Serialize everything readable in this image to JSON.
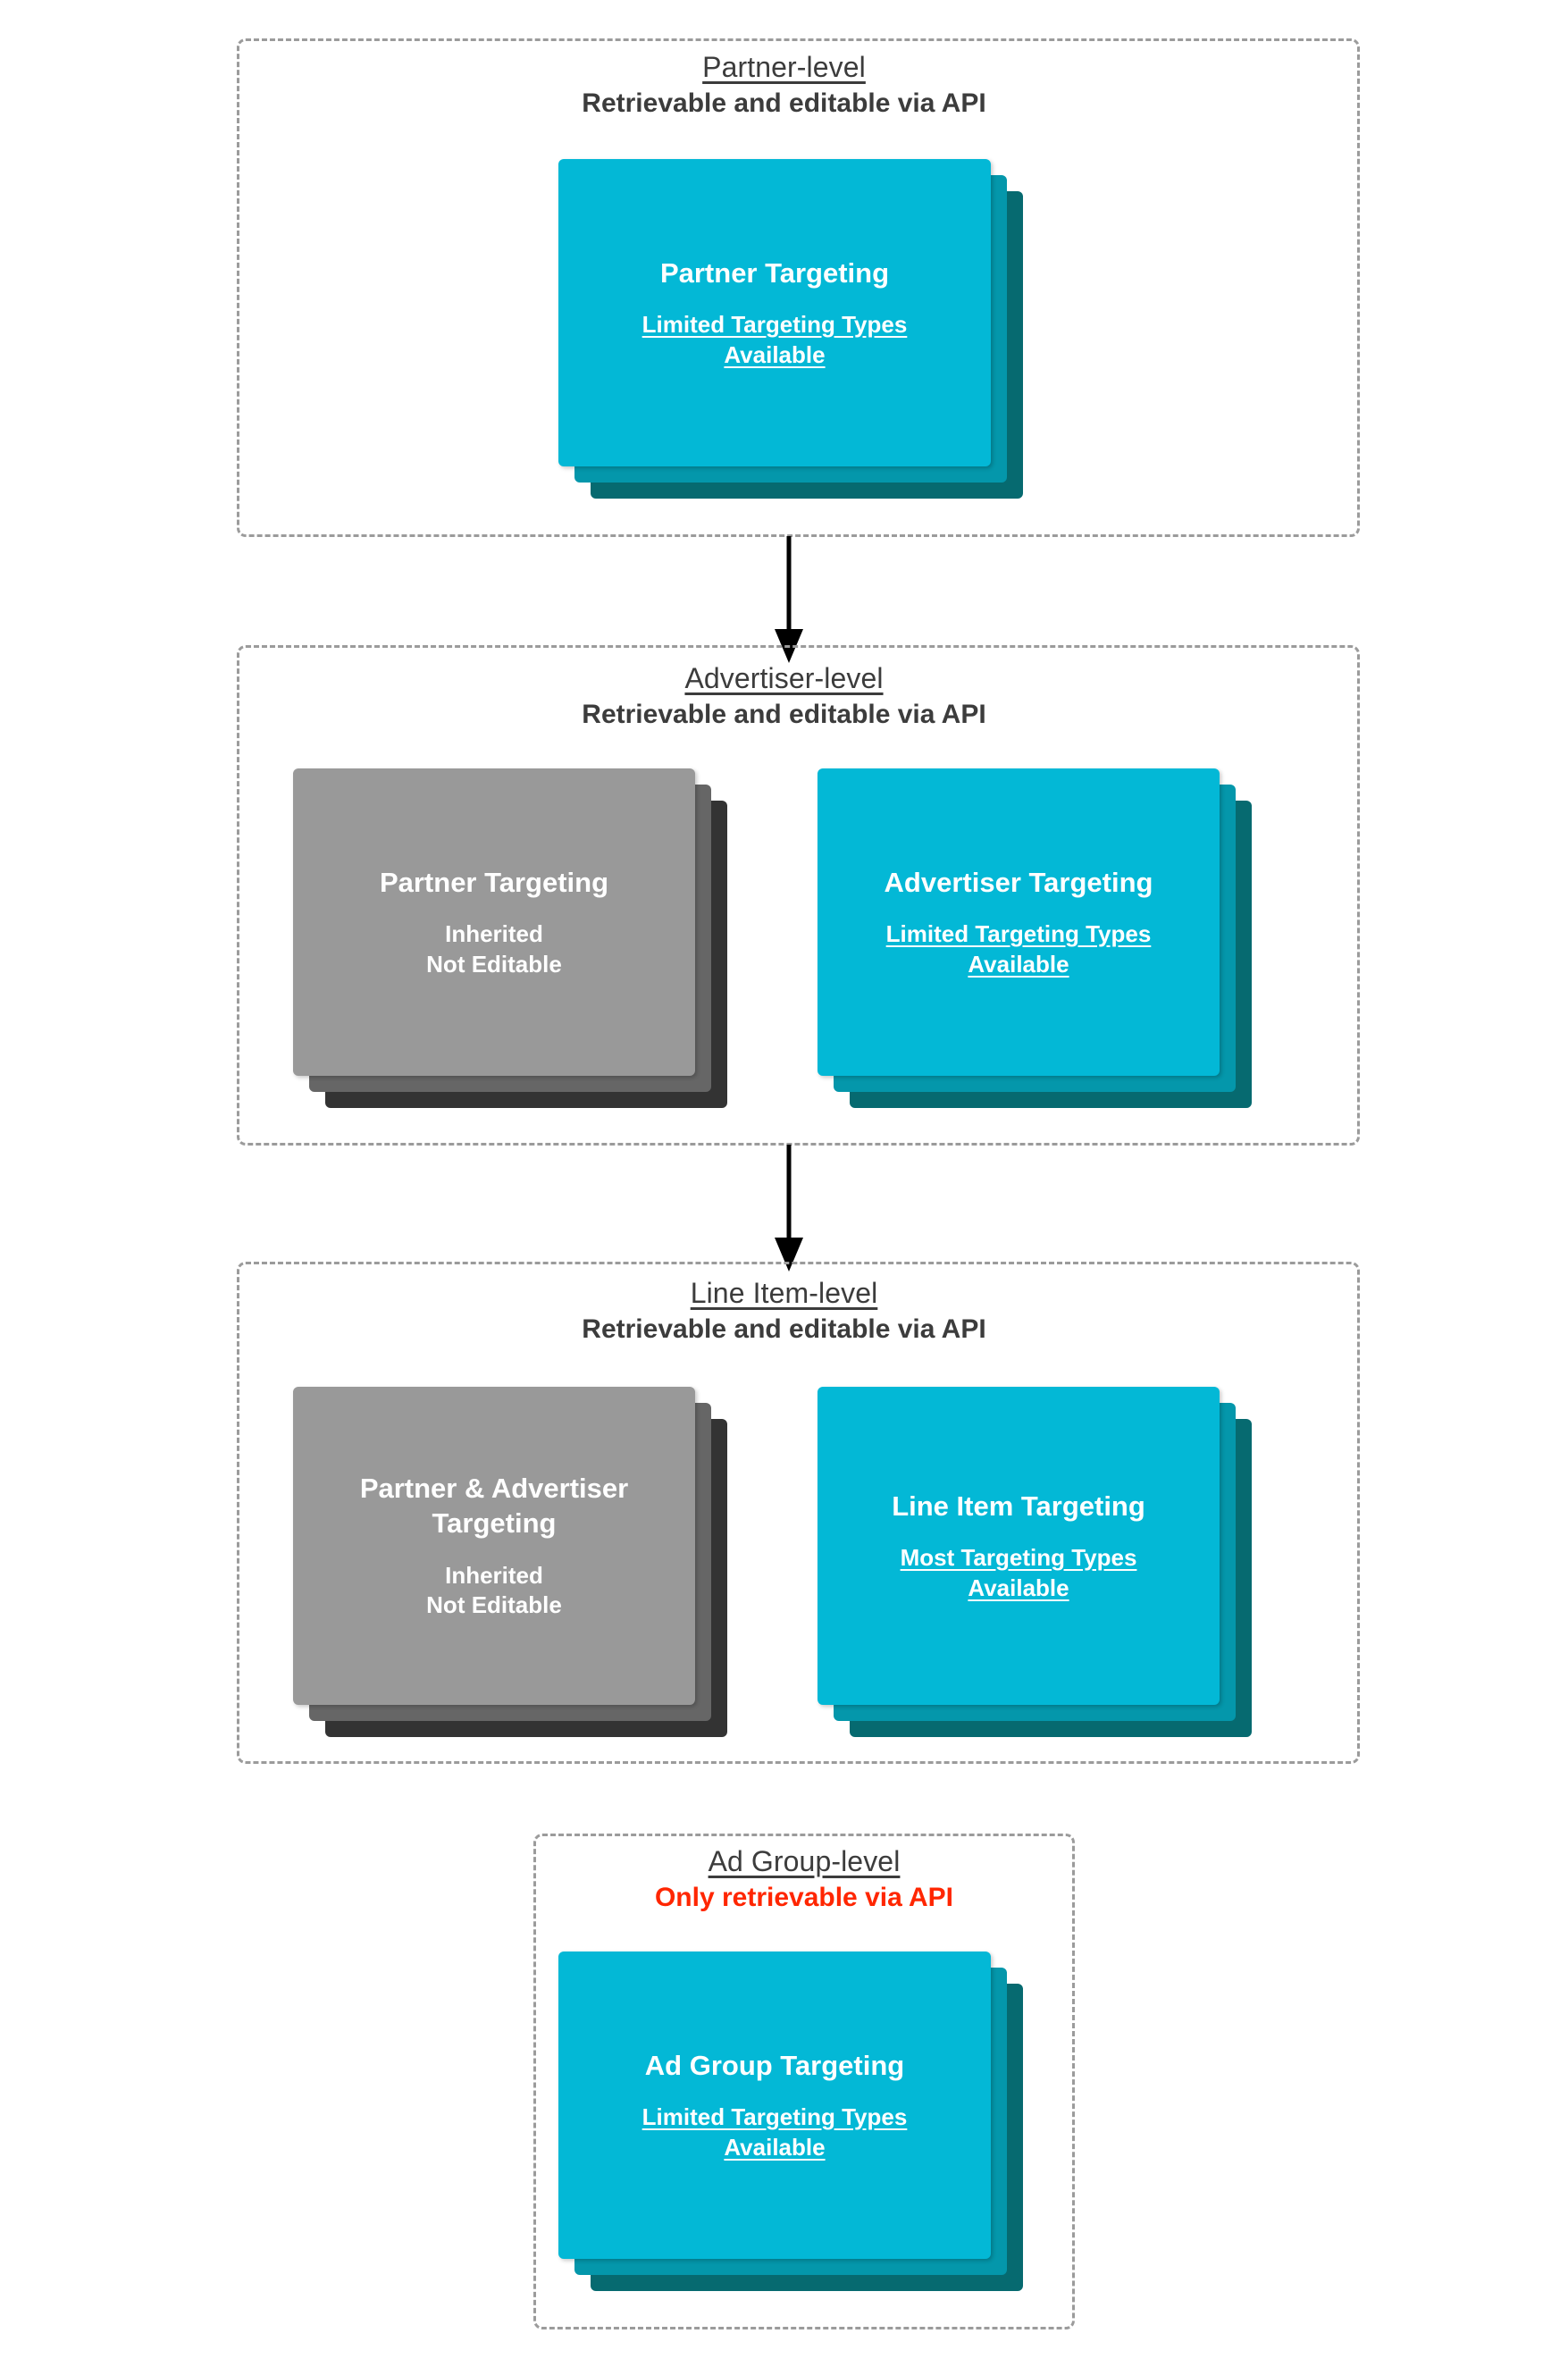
{
  "diagram": {
    "title_semantic": "DV360 targeting inheritance hierarchy",
    "colors": {
      "card_cyan_front": "#03b8d6",
      "card_cyan_mid": "#0497ab",
      "card_cyan_back": "#066a70",
      "card_gray_front": "#999999",
      "card_gray_mid": "#666666",
      "card_gray_back": "#333333",
      "dashed_border": "#9b9b9b",
      "text_dark": "#3c3c3c",
      "text_danger": "#ff2600",
      "card_text": "#ffffff"
    }
  },
  "levels": [
    {
      "id": "partner",
      "title": "Partner-level",
      "subtitle": "Retrievable and editable via API",
      "subtitle_is_danger": false,
      "cards": [
        {
          "id": "partner-targeting",
          "theme": "cyan",
          "title": "Partner Targeting",
          "note": "Limited Targeting Types\nAvailable",
          "note_underlined": true
        }
      ]
    },
    {
      "id": "advertiser",
      "title": "Advertiser-level",
      "subtitle": "Retrievable and editable via API",
      "subtitle_is_danger": false,
      "cards": [
        {
          "id": "partner-targeting-inherited",
          "theme": "gray",
          "title": "Partner Targeting",
          "note": "Inherited\nNot Editable",
          "note_underlined": false
        },
        {
          "id": "advertiser-targeting",
          "theme": "cyan",
          "title": "Advertiser Targeting",
          "note": "Limited Targeting Types\nAvailable",
          "note_underlined": true
        }
      ]
    },
    {
      "id": "line-item",
      "title": "Line Item-level",
      "subtitle": "Retrievable and editable via API",
      "subtitle_is_danger": false,
      "cards": [
        {
          "id": "partner-advertiser-targeting-inherited",
          "theme": "gray",
          "title": "Partner & Advertiser\nTargeting",
          "note": "Inherited\nNot Editable",
          "note_underlined": false
        },
        {
          "id": "line-item-targeting",
          "theme": "cyan",
          "title": "Line Item Targeting",
          "note": "Most Targeting Types\nAvailable",
          "note_underlined": true
        }
      ]
    },
    {
      "id": "ad-group",
      "title": "Ad Group-level",
      "subtitle": "Only retrievable via API",
      "subtitle_is_danger": true,
      "cards": [
        {
          "id": "ad-group-targeting",
          "theme": "cyan",
          "title": "Ad Group Targeting",
          "note": "Limited Targeting Types\nAvailable",
          "note_underlined": true
        }
      ]
    }
  ],
  "arrows": [
    {
      "id": "partner-to-advertiser",
      "from": "partner",
      "to": "advertiser"
    },
    {
      "id": "advertiser-to-line-item",
      "from": "advertiser",
      "to": "line-item"
    }
  ]
}
